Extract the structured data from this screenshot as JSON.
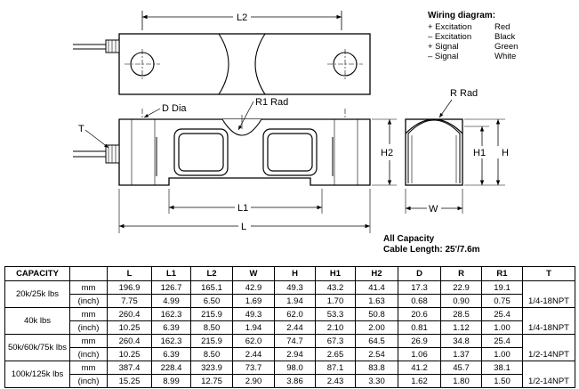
{
  "wiring": {
    "title": "Wiring diagram:",
    "rows": [
      {
        "label": "+ Excitation",
        "color": "Red"
      },
      {
        "label": "– Excitation",
        "color": "Black"
      },
      {
        "label": "+ Signal",
        "color": "Green"
      },
      {
        "label": "– Signal",
        "color": "White"
      }
    ]
  },
  "labels": {
    "l2": "L2",
    "d_dia": "D Dia",
    "r1_rad": "R1 Rad",
    "r_rad": "R Rad",
    "t": "T",
    "h2": "H2",
    "l1": "L1",
    "l": "L",
    "h1": "H1",
    "h": "H",
    "w": "W"
  },
  "note": {
    "line1": "All Capacity",
    "line2": "Cable Length: 25'/7.6m"
  },
  "table": {
    "headers": [
      "CAPACITY",
      "",
      "L",
      "L1",
      "L2",
      "W",
      "H",
      "H1",
      "H2",
      "D",
      "R",
      "R1",
      "T"
    ],
    "groups": [
      {
        "capacity": "20k/25k lbs",
        "thread": "1/4-18NPT",
        "mm": [
          "196.9",
          "126.7",
          "165.1",
          "42.9",
          "49.3",
          "43.2",
          "41.4",
          "17.3",
          "22.9",
          "19.1"
        ],
        "inch": [
          "7.75",
          "4.99",
          "6.50",
          "1.69",
          "1.94",
          "1.70",
          "1.63",
          "0.68",
          "0.90",
          "0.75"
        ]
      },
      {
        "capacity": "40k lbs",
        "thread": "1/4-18NPT",
        "mm": [
          "260.4",
          "162.3",
          "215.9",
          "49.3",
          "62.0",
          "53.3",
          "50.8",
          "20.6",
          "28.5",
          "25.4"
        ],
        "inch": [
          "10.25",
          "6.39",
          "8.50",
          "1.94",
          "2.44",
          "2.10",
          "2.00",
          "0.81",
          "1.12",
          "1.00"
        ]
      },
      {
        "capacity": "50k/60k/75k lbs",
        "thread": "1/2-14NPT",
        "mm": [
          "260.4",
          "162.3",
          "215.9",
          "62.0",
          "74.7",
          "67.3",
          "64.5",
          "26.9",
          "34.8",
          "25.4"
        ],
        "inch": [
          "10.25",
          "6.39",
          "8.50",
          "2.44",
          "2.94",
          "2.65",
          "2.54",
          "1.06",
          "1.37",
          "1.00"
        ]
      },
      {
        "capacity": "100k/125k lbs",
        "thread": "1/2-14NPT",
        "mm": [
          "387.4",
          "228.4",
          "323.9",
          "73.7",
          "98.0",
          "87.1",
          "83.8",
          "41.2",
          "45.7",
          "38.1"
        ],
        "inch": [
          "15.25",
          "8.99",
          "12.75",
          "2.90",
          "3.86",
          "2.43",
          "3.30",
          "1.62",
          "1.80",
          "1.50"
        ]
      }
    ],
    "unit_mm": "mm",
    "unit_inch": "(inch)"
  }
}
